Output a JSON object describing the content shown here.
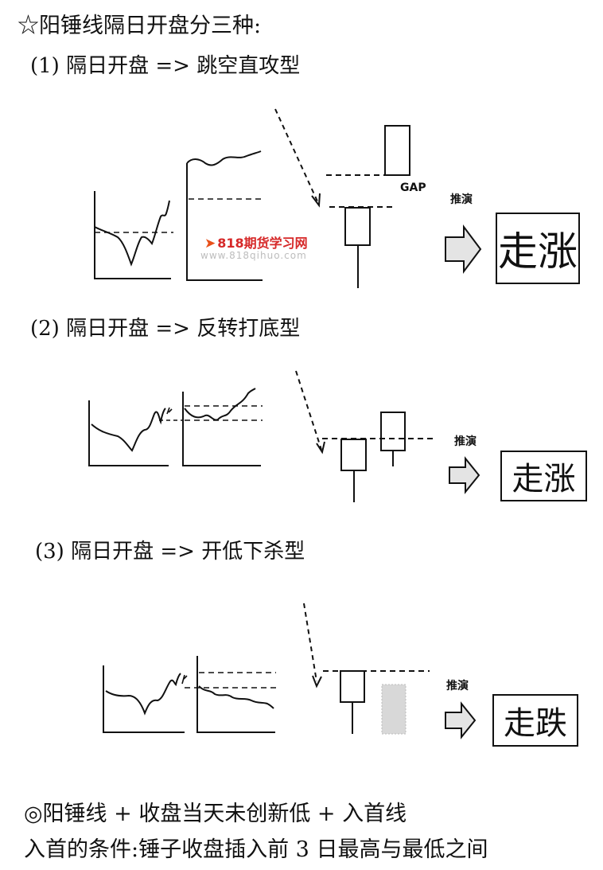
{
  "title": "☆阳锤线隔日开盘分三种:",
  "sections": [
    {
      "heading": "(1)  隔日开盘 => 跳空直攻型",
      "gap_label": "GAP",
      "deduce_label": "推演",
      "result": "走涨"
    },
    {
      "heading": "(2)  隔日开盘 => 反转打底型",
      "deduce_label": "推演",
      "result": "走涨"
    },
    {
      "heading": "(3)  隔日开盘 => 开低下杀型",
      "deduce_label": "推演",
      "result": "走跌"
    }
  ],
  "watermark": {
    "logo": "818期货学习网",
    "url": "www.818qihuo.com"
  },
  "footer": {
    "line1": "◎阳锤线 + 收盘当天未创新低 + 入首线",
    "line2": "入首的条件:锤子收盘插入前 3 日最高与最低之间"
  }
}
